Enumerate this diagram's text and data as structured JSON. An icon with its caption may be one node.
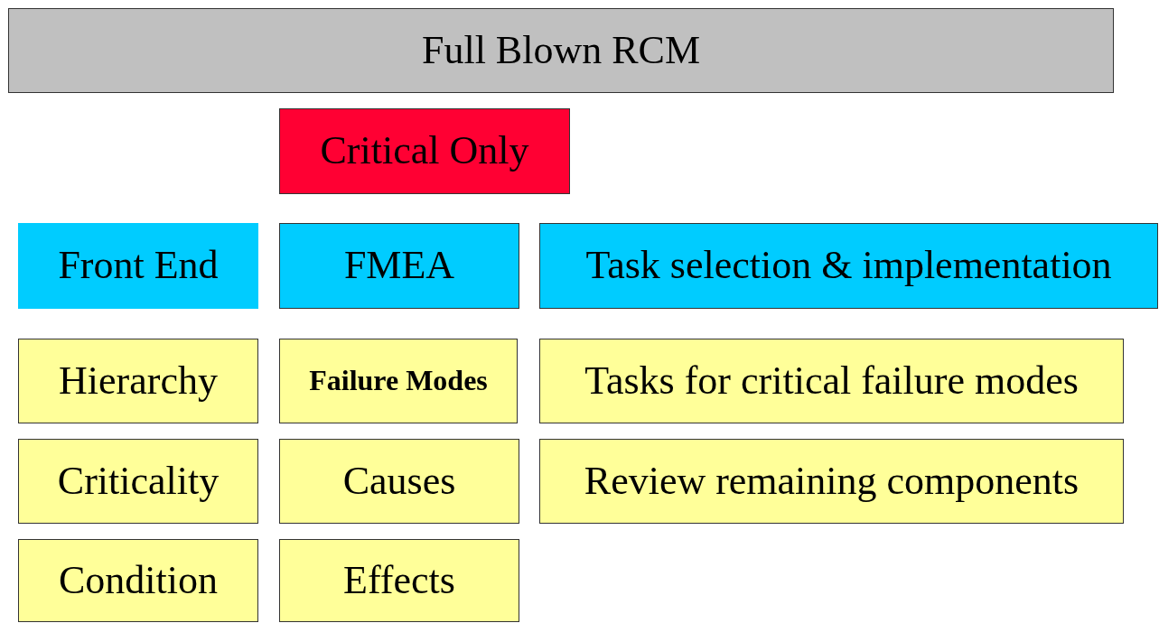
{
  "diagram": {
    "nodes": [
      {
        "text": [
          "Full Blown RCM"
        ]
      },
      {
        "text": [
          "Critical Only"
        ]
      },
      {
        "text": [
          "Front End"
        ]
      },
      {
        "text": [
          "FMEA"
        ]
      },
      {
        "text": [
          "Task selection & implementation"
        ]
      },
      {
        "text": [
          "Hierarchy"
        ]
      },
      {
        "text": [
          "Failure Modes"
        ]
      },
      {
        "text": [
          "Tasks for critical failure modes"
        ]
      },
      {
        "text": [
          "Criticality"
        ]
      },
      {
        "text": [
          "Causes"
        ]
      },
      {
        "text": [
          "Review remaining components"
        ]
      },
      {
        "text": [
          "Condition"
        ]
      },
      {
        "text": [
          "Effects"
        ]
      }
    ]
  }
}
